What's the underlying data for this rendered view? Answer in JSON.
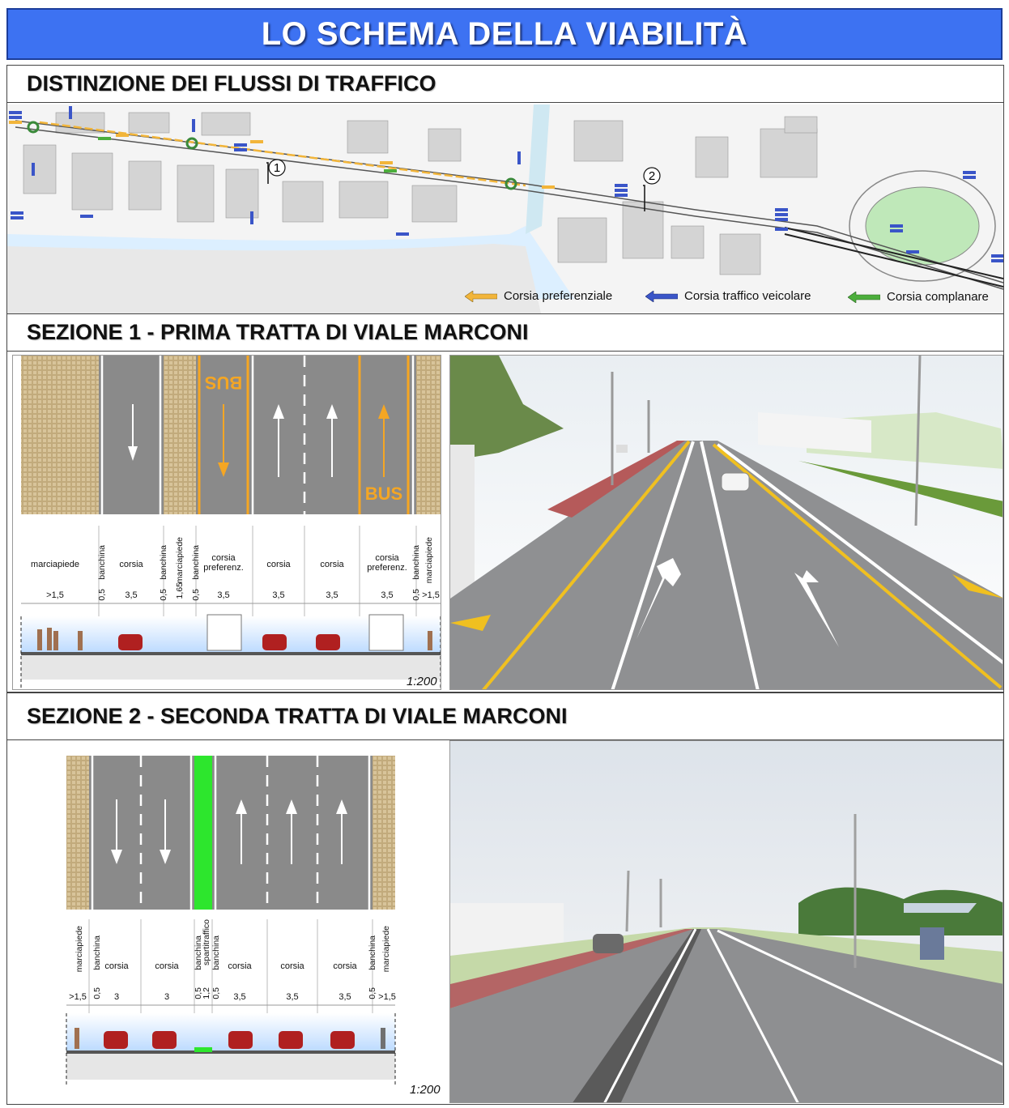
{
  "title": "LO SCHEMA DELLA VIABILITÀ",
  "section_flussi": {
    "heading": "DISTINZIONE DEI FLUSSI DI TRAFFICO",
    "markers": [
      "1",
      "2"
    ],
    "legend": [
      {
        "label": "Corsia preferenziale",
        "color": "#f2b53a"
      },
      {
        "label": "Corsia traffico veicolare",
        "color": "#3a55c8"
      },
      {
        "label": "Corsia complanare",
        "color": "#4cae3c"
      }
    ]
  },
  "section1": {
    "heading": "SEZIONE 1 - PRIMA TRATTA DI VIALE MARCONI",
    "bus_label_top": "BUS",
    "bus_label_bottom": "BUS",
    "labels": [
      "marciapiede",
      "banchina",
      "corsia",
      "banchina",
      "marciapiede",
      "banchina",
      "corsia preferenz.",
      "corsia",
      "corsia",
      "corsia preferenz.",
      "banchina",
      "marciapiede"
    ],
    "widths": [
      ">1,5",
      "0,5",
      "3,5",
      "0,5",
      "1,65",
      "0,5",
      "3,5",
      "3,5",
      "3,5",
      "3,5",
      "0,5",
      ">1,5"
    ],
    "scale": "1:200"
  },
  "section2": {
    "heading": "SEZIONE 2 - SECONDA TRATTA DI VIALE MARCONI",
    "labels": [
      "marciapiede",
      "banchina",
      "corsia",
      "corsia",
      "banchina",
      "spartitraffico",
      "banchina",
      "corsia",
      "corsia",
      "corsia",
      "banchina",
      "marciapiede"
    ],
    "widths": [
      ">1,5",
      "0,5",
      "3",
      "3",
      "0,5",
      "1,2",
      "0,5",
      "3,5",
      "3,5",
      "3,5",
      "0,5",
      ">1,5"
    ],
    "scale": "1:200"
  },
  "colors": {
    "title_blue": "#3d72f2",
    "asphalt": "#8a8a8a",
    "bus_yellow": "#f5a623",
    "median_green": "#2de62d",
    "sidewalk": "#d8c49a"
  }
}
